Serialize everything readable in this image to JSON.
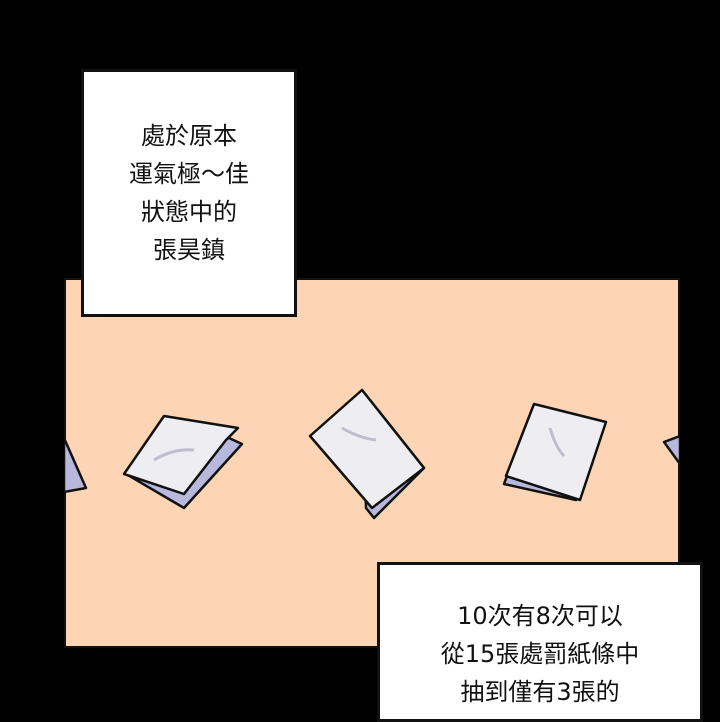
{
  "caption_top": {
    "lines": [
      "處於原本",
      "運氣極～佳",
      "狀態中的",
      "張昊鎮"
    ]
  },
  "caption_bottom": {
    "lines": [
      "10次有8次可以",
      "從15張處罰紙條中",
      "抽到僅有3張的"
    ]
  },
  "colors": {
    "background": "#000000",
    "panel": "#fdd5b4",
    "paper": "#eeeef2",
    "paper_shadow": "#b8b8dc"
  }
}
